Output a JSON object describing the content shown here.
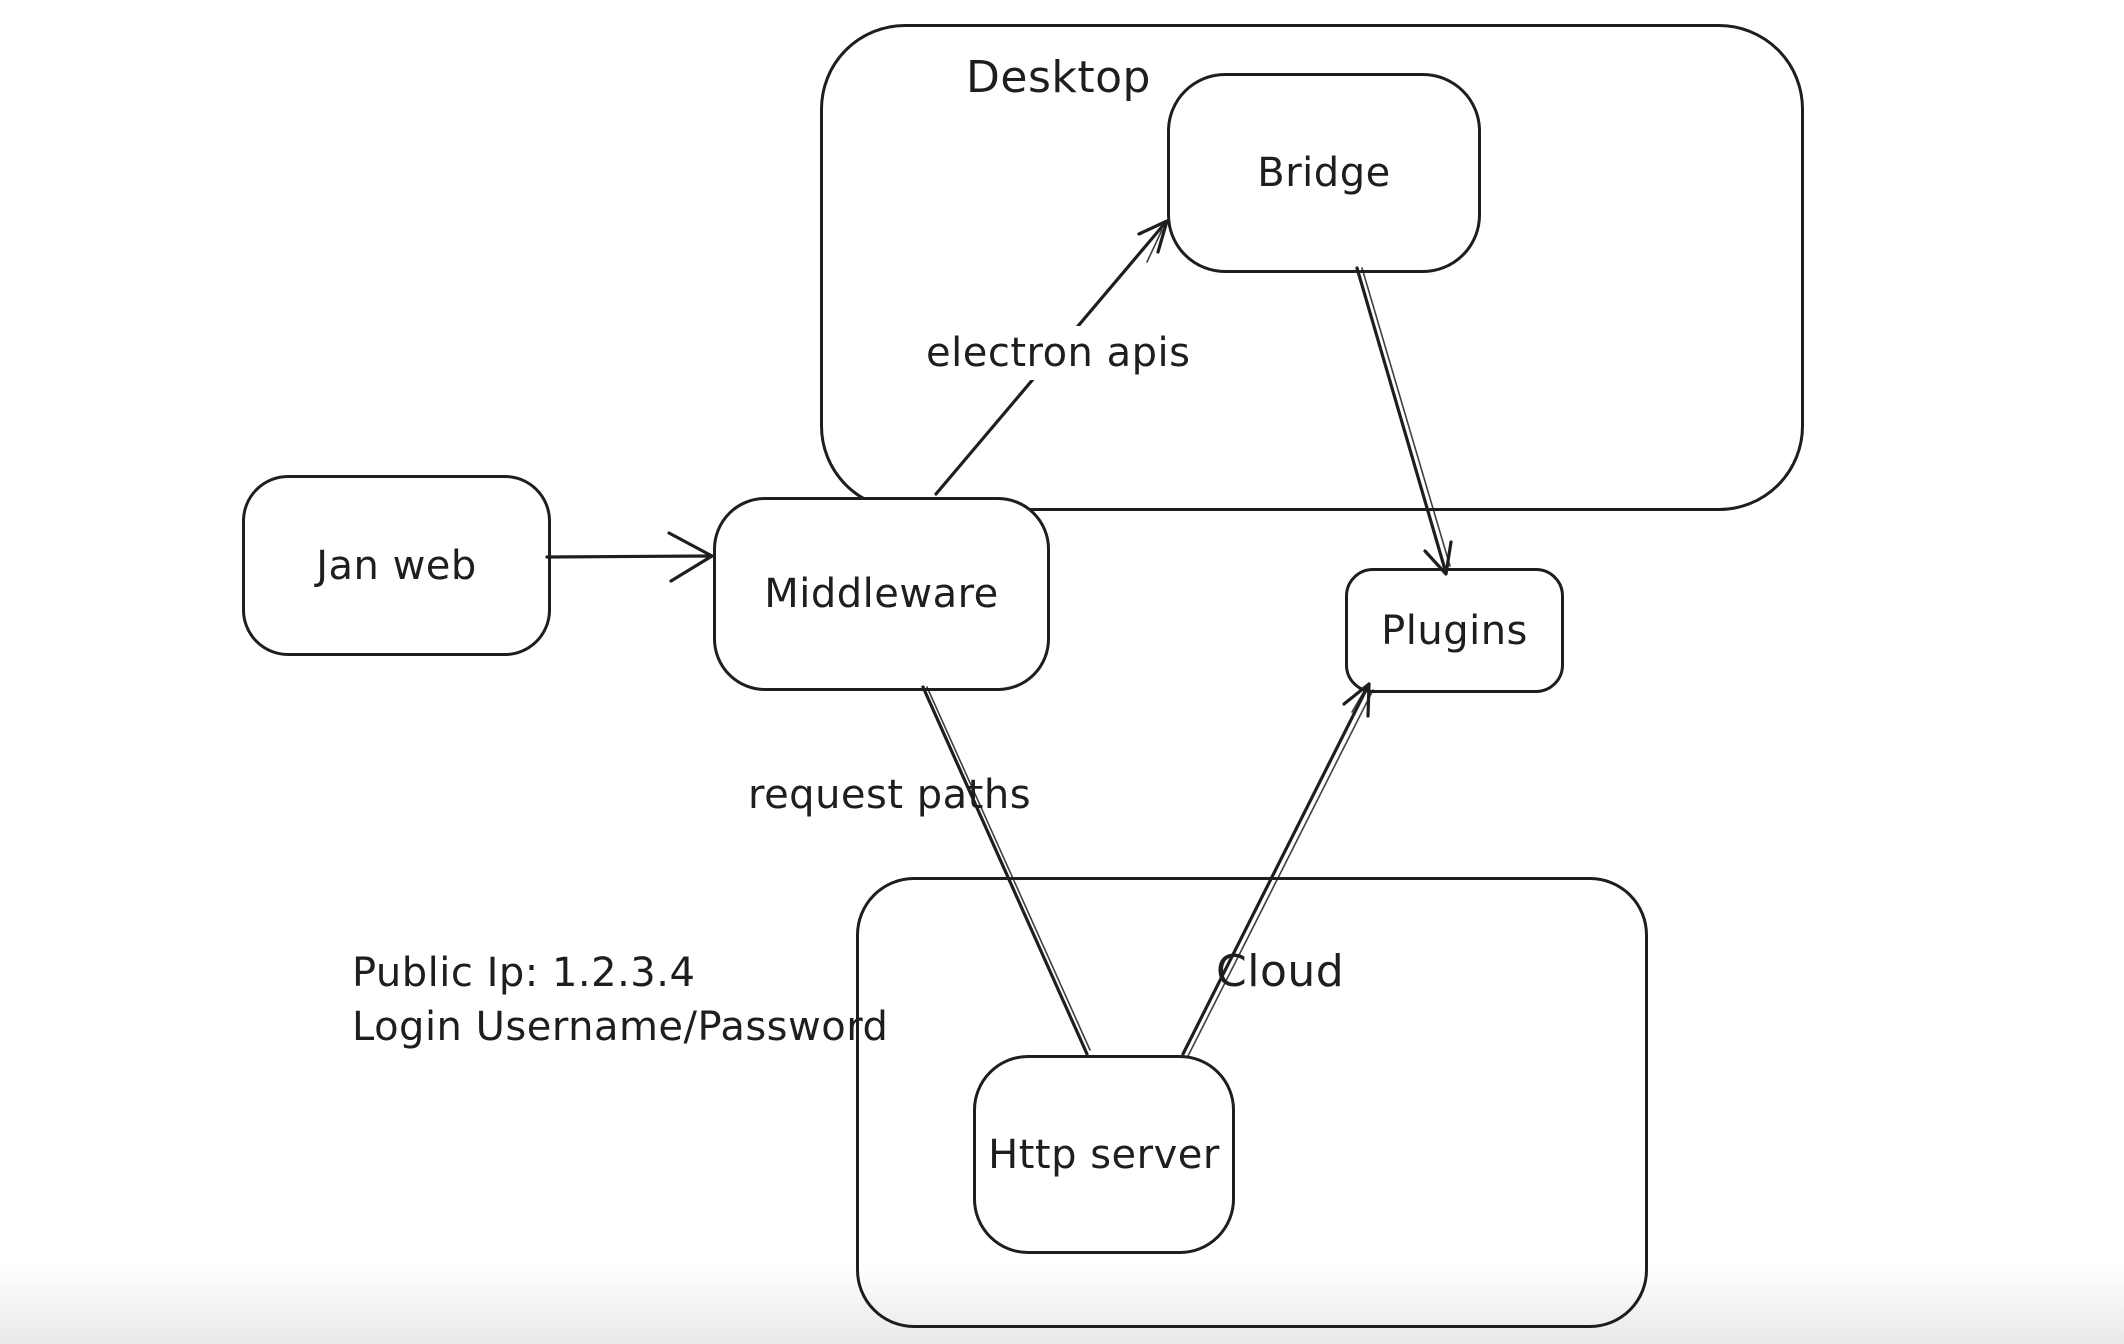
{
  "diagram": {
    "containers": {
      "desktop": {
        "label": "Desktop"
      },
      "cloud": {
        "label": "Cloud"
      }
    },
    "nodes": {
      "jan_web": {
        "label": "Jan web"
      },
      "middleware": {
        "label": "Middleware"
      },
      "bridge": {
        "label": "Bridge"
      },
      "plugins": {
        "label": "Plugins"
      },
      "http_server": {
        "label": "Http server"
      }
    },
    "edges": [
      {
        "from": "Jan web",
        "to": "Middleware",
        "label": "",
        "arrow": true
      },
      {
        "from": "Middleware",
        "to": "Bridge",
        "label": "electron apis",
        "arrow": true
      },
      {
        "from": "Bridge",
        "to": "Plugins",
        "label": "",
        "arrow": true
      },
      {
        "from": "Middleware",
        "to": "Http server",
        "label": "request paths",
        "arrow": false
      },
      {
        "from": "Http server",
        "to": "Plugins",
        "label": "",
        "arrow": true
      }
    ],
    "annotation": {
      "line1": "Public Ip: 1.2.3.4",
      "line2": "Login Username/Password"
    },
    "colors": {
      "stroke": "#1e1e1e",
      "background": "#ffffff",
      "bottom_fade": "#e9e9ec"
    }
  }
}
